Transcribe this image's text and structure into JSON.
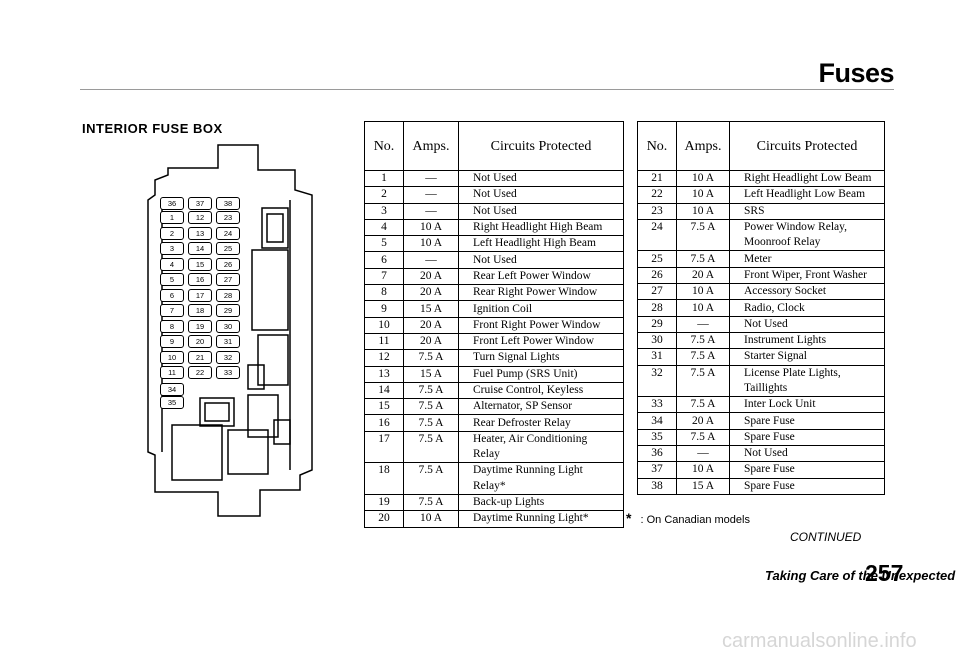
{
  "header": {
    "title": "Fuses"
  },
  "section_title": "INTERIOR FUSE BOX",
  "table_headers": {
    "no": "No.",
    "amps": "Amps.",
    "circuits": "Circuits Protected"
  },
  "table_left": [
    {
      "no": "1",
      "amps": "—",
      "circuit": [
        "Not Used"
      ]
    },
    {
      "no": "2",
      "amps": "—",
      "circuit": [
        "Not Used"
      ]
    },
    {
      "no": "3",
      "amps": "—",
      "circuit": [
        "Not Used"
      ]
    },
    {
      "no": "4",
      "amps": "10 A",
      "circuit": [
        "Right Headlight High Beam"
      ]
    },
    {
      "no": "5",
      "amps": "10 A",
      "circuit": [
        "Left Headlight High Beam"
      ]
    },
    {
      "no": "6",
      "amps": "—",
      "circuit": [
        "Not Used"
      ]
    },
    {
      "no": "7",
      "amps": "20 A",
      "circuit": [
        "Rear Left Power Window"
      ]
    },
    {
      "no": "8",
      "amps": "20 A",
      "circuit": [
        "Rear Right Power Window"
      ]
    },
    {
      "no": "9",
      "amps": "15 A",
      "circuit": [
        "Ignition Coil"
      ]
    },
    {
      "no": "10",
      "amps": "20 A",
      "circuit": [
        "Front Right Power Window"
      ]
    },
    {
      "no": "11",
      "amps": "20 A",
      "circuit": [
        "Front Left Power Window"
      ]
    },
    {
      "no": "12",
      "amps": "7.5 A",
      "circuit": [
        "Turn Signal Lights"
      ]
    },
    {
      "no": "13",
      "amps": "15 A",
      "circuit": [
        "Fuel Pump (SRS Unit)"
      ]
    },
    {
      "no": "14",
      "amps": "7.5 A",
      "circuit": [
        "Cruise Control, Keyless"
      ]
    },
    {
      "no": "15",
      "amps": "7.5 A",
      "circuit": [
        "Alternator, SP Sensor"
      ]
    },
    {
      "no": "16",
      "amps": "7.5 A",
      "circuit": [
        "Rear Defroster Relay"
      ]
    },
    {
      "no": "17",
      "amps": "7.5 A",
      "circuit": [
        "Heater, Air Conditioning",
        "Relay"
      ]
    },
    {
      "no": "18",
      "amps": "7.5 A",
      "circuit": [
        "Daytime Running Light",
        "Relay*"
      ]
    },
    {
      "no": "19",
      "amps": "7.5 A",
      "circuit": [
        "Back-up Lights"
      ]
    },
    {
      "no": "20",
      "amps": "10 A",
      "circuit": [
        "Daytime Running Light*"
      ]
    }
  ],
  "table_right": [
    {
      "no": "21",
      "amps": "10 A",
      "circuit": [
        "Right Headlight Low Beam"
      ]
    },
    {
      "no": "22",
      "amps": "10 A",
      "circuit": [
        "Left Headlight Low Beam"
      ]
    },
    {
      "no": "23",
      "amps": "10 A",
      "circuit": [
        "SRS"
      ]
    },
    {
      "no": "24",
      "amps": "7.5 A",
      "circuit": [
        "Power Window Relay,",
        "Moonroof Relay"
      ]
    },
    {
      "no": "25",
      "amps": "7.5 A",
      "circuit": [
        "Meter"
      ]
    },
    {
      "no": "26",
      "amps": "20 A",
      "circuit": [
        "Front Wiper, Front Washer"
      ]
    },
    {
      "no": "27",
      "amps": "10 A",
      "circuit": [
        "Accessory Socket"
      ]
    },
    {
      "no": "28",
      "amps": "10 A",
      "circuit": [
        "Radio, Clock"
      ]
    },
    {
      "no": "29",
      "amps": "—",
      "circuit": [
        "Not Used"
      ]
    },
    {
      "no": "30",
      "amps": "7.5 A",
      "circuit": [
        "Instrument Lights"
      ]
    },
    {
      "no": "31",
      "amps": "7.5 A",
      "circuit": [
        "Starter Signal"
      ]
    },
    {
      "no": "32",
      "amps": "7.5 A",
      "circuit": [
        "License Plate Lights,",
        "Taillights"
      ]
    },
    {
      "no": "33",
      "amps": "7.5 A",
      "circuit": [
        "Inter Lock Unit"
      ]
    },
    {
      "no": "34",
      "amps": "20 A",
      "circuit": [
        "Spare Fuse"
      ]
    },
    {
      "no": "35",
      "amps": "7.5 A",
      "circuit": [
        "Spare Fuse"
      ]
    },
    {
      "no": "36",
      "amps": "—",
      "circuit": [
        "Not Used"
      ]
    },
    {
      "no": "37",
      "amps": "10 A",
      "circuit": [
        "Spare Fuse"
      ]
    },
    {
      "no": "38",
      "amps": "15 A",
      "circuit": [
        "Spare Fuse"
      ]
    }
  ],
  "diagram_labels": {
    "top_row": [
      "36",
      "37",
      "38"
    ],
    "col1": [
      "1",
      "2",
      "3",
      "4",
      "5",
      "6",
      "7",
      "8",
      "9",
      "10",
      "11"
    ],
    "col2": [
      "12",
      "13",
      "14",
      "15",
      "16",
      "17",
      "18",
      "19",
      "20",
      "21",
      "22"
    ],
    "col3": [
      "23",
      "24",
      "25",
      "26",
      "27",
      "28",
      "29",
      "30",
      "31",
      "32",
      "33"
    ],
    "bottom": [
      "34",
      "35"
    ]
  },
  "footnote": {
    "symbol": "*",
    "text": ": On Canadian models"
  },
  "continued": "CONTINUED",
  "footer": {
    "text": "Taking Care of the Unexpected",
    "page": "257"
  },
  "watermark": "carmanualsonline.info"
}
